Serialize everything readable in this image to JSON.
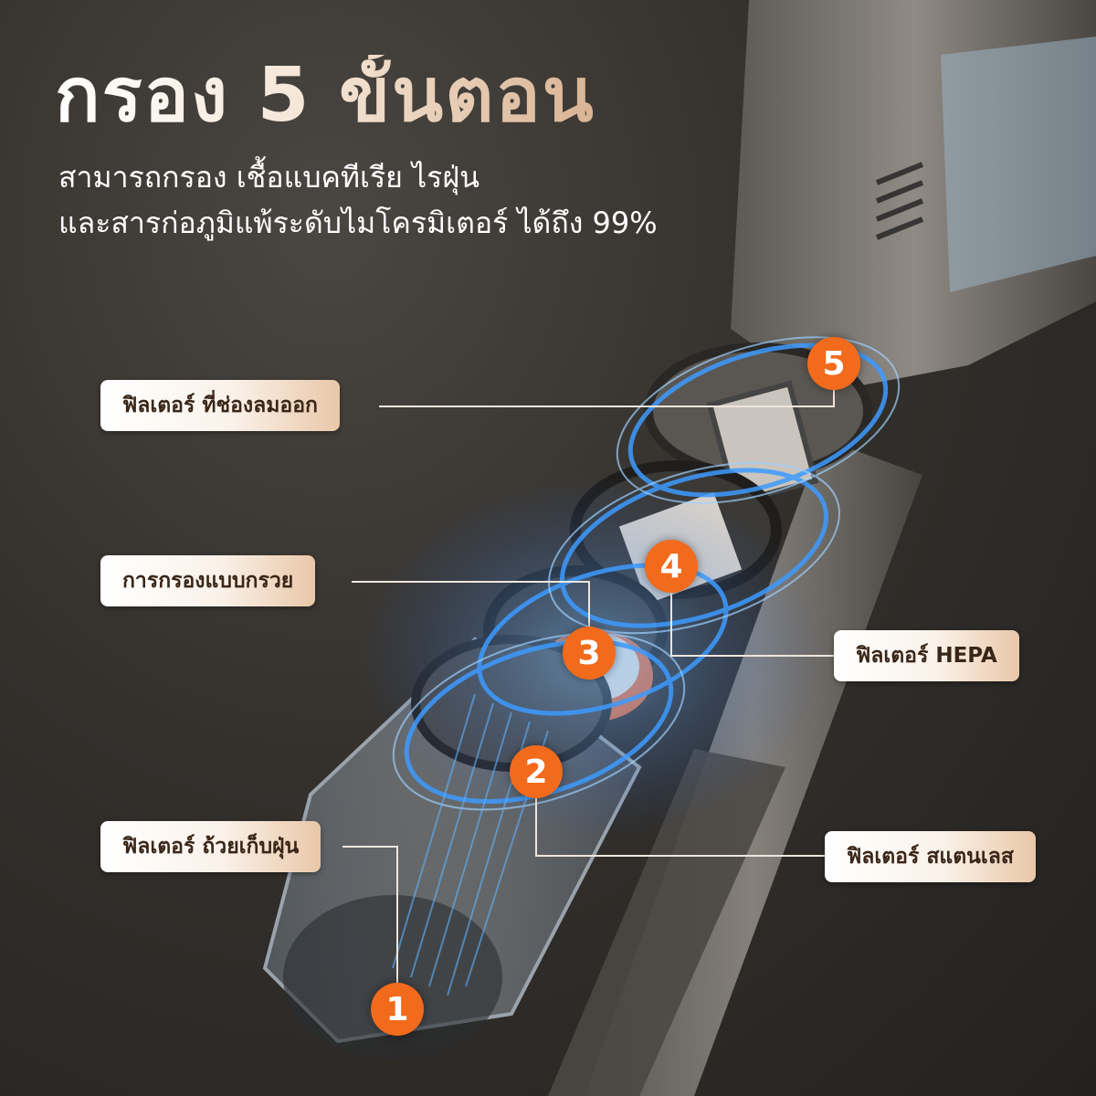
{
  "title": "กรอง 5 ขั้นตอน",
  "subtitle": {
    "line1": "สามารถกรอง เชื้อแบคทีเรีย ไรฝุ่น",
    "line2": "และสารก่อภูมิแพ้ระดับไมโครมิเตอร์ ได้ถึง 99%"
  },
  "labels": {
    "exhaust": "ฟิลเตอร์ ที่ช่องลมออก",
    "cyclone": "การกรองแบบกรวย",
    "cup": "ฟิลเตอร์ ถ้วยเก็บฝุ่น",
    "hepa": "ฟิลเตอร์ HEPA",
    "stainless": "ฟิลเตอร์ สแตนเลส"
  },
  "badges": {
    "b1": "1",
    "b2": "2",
    "b3": "3",
    "b4": "4",
    "b5": "5"
  },
  "colors": {
    "accent": "#f26a1c",
    "glow": "#2f8bff",
    "background": "#2c2a27"
  }
}
